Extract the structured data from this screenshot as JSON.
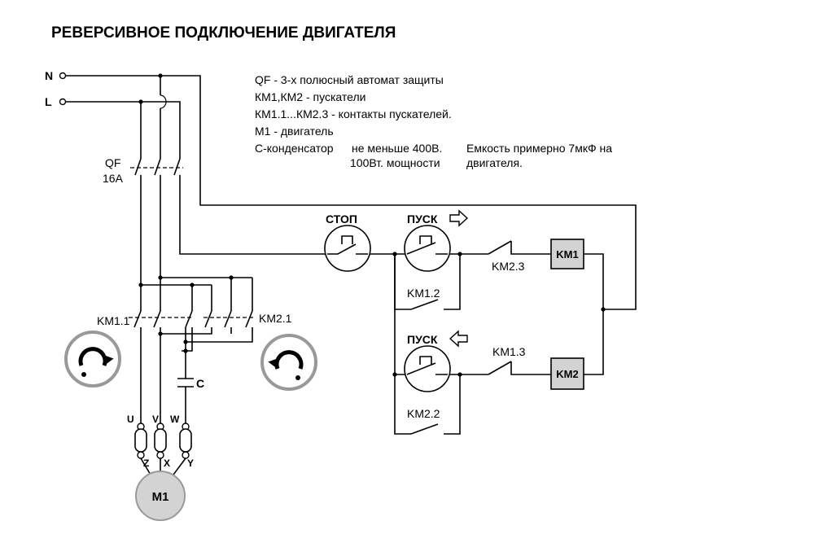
{
  "title": "РЕВЕРСИВНОЕ ПОДКЛЮЧЕНИЕ ДВИГАТЕЛЯ",
  "inputs": {
    "n": "N",
    "l": "L"
  },
  "legend": {
    "line1": "QF  -  3-х полюсный автомат защиты",
    "line2": "КМ1,КМ2 - пускатели",
    "line3": "КМ1.1...КМ2.3 - контакты пускателей.",
    "line4": "М1 - двигатель",
    "line5a": "С-конденсатор",
    "line5b": "не меньше 400В.",
    "line5c": "Емкость примерно 7мкФ на",
    "line6a": "100Вт. мощности",
    "line6b": "двигателя."
  },
  "breaker": {
    "name": "QF",
    "rating": "16A"
  },
  "buttons": {
    "stop": "СТОП",
    "start_fwd": "ПУСК",
    "start_rev": "ПУСК"
  },
  "contacts": {
    "km1_1": "KM1.1",
    "km2_1": "KM2.1",
    "km1_2": "KM1.2",
    "km2_2": "KM2.2",
    "km1_3": "KM1.3",
    "km2_3": "KM2.3"
  },
  "coils": {
    "km1": "KM1",
    "km2": "KM2"
  },
  "capacitor": "C",
  "terminals": {
    "u": "U",
    "v": "V",
    "w": "W",
    "z": "Z",
    "x": "X",
    "y": "Y"
  },
  "motor": "M1",
  "colors": {
    "coil_fill": "#d3d3d3",
    "wire": "#000000",
    "background": "#ffffff"
  },
  "icons": [
    "rotation-clockwise-icon",
    "rotation-counterclockwise-icon",
    "arrow-right-icon",
    "arrow-left-icon"
  ]
}
